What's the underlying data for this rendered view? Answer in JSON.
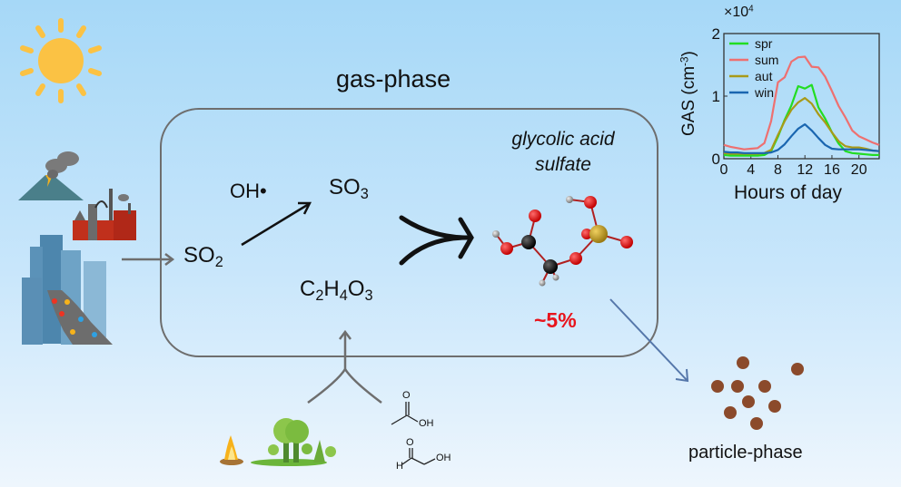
{
  "diagram": {
    "title_gas_phase": "gas-phase",
    "label_particle_phase": "particle-phase",
    "product_name_line1": "glycolic acid",
    "product_name_line2": "sulfate",
    "yield_label": "~5%",
    "reagent_oh": "OH•",
    "species": {
      "so2": {
        "base": "SO",
        "sub": "2"
      },
      "so3": {
        "base": "SO",
        "sub": "3"
      },
      "c2h4o3": {
        "parts": [
          "C",
          "2",
          "H",
          "4",
          "O",
          "3"
        ]
      }
    },
    "precursor_structures": [
      {
        "name": "acetic-acid",
        "label_o": "O",
        "label_oh": "OH"
      },
      {
        "name": "glycolaldehyde",
        "label_o": "O",
        "label_h": "H",
        "label_oh": "OH"
      }
    ],
    "sources": [
      "sun",
      "volcano",
      "factory",
      "city-traffic",
      "campfire",
      "forest"
    ],
    "colors": {
      "box_stroke": "#6e6e6e",
      "arrow_gray": "#6e6e6e",
      "arrow_blue": "#5577aa",
      "yield_red": "#e8141c",
      "particle_brown": "#8b4a2b",
      "sun_yellow": "#fbc244",
      "oxygen_red": "#d90000",
      "carbon_black": "#111111",
      "sulfur_gold": "#b89a2a",
      "hydrogen_gray": "#9a9a9a"
    }
  },
  "chart_data": {
    "type": "line",
    "title": "",
    "xlabel": "Hours of day",
    "ylabel": "GAS (cm-3)",
    "ylabel_base": "GAS (cm",
    "ylabel_sup": "-3",
    "ylabel_close": ")",
    "y_multiplier_base": "×10",
    "y_multiplier_exp": "4",
    "xlim": [
      0,
      23
    ],
    "ylim": [
      0,
      2
    ],
    "xticks": [
      0,
      4,
      8,
      12,
      16,
      20
    ],
    "yticks": [
      0,
      1,
      2
    ],
    "grid": false,
    "legend_position": "top-left",
    "x": [
      0,
      1,
      2,
      3,
      4,
      5,
      6,
      7,
      8,
      9,
      10,
      11,
      12,
      13,
      14,
      15,
      16,
      17,
      18,
      19,
      20,
      21,
      22,
      23
    ],
    "series": [
      {
        "name": "spr",
        "color": "#22dd22",
        "values": [
          0.06,
          0.05,
          0.05,
          0.05,
          0.05,
          0.05,
          0.06,
          0.12,
          0.35,
          0.62,
          0.85,
          1.16,
          1.12,
          1.18,
          0.82,
          0.64,
          0.42,
          0.24,
          0.12,
          0.09,
          0.08,
          0.07,
          0.06,
          0.06
        ]
      },
      {
        "name": "sum",
        "color": "#ee7070",
        "values": [
          0.22,
          0.19,
          0.17,
          0.15,
          0.16,
          0.17,
          0.25,
          0.6,
          1.22,
          1.3,
          1.55,
          1.62,
          1.63,
          1.47,
          1.46,
          1.31,
          1.08,
          0.84,
          0.66,
          0.45,
          0.36,
          0.31,
          0.26,
          0.22
        ]
      },
      {
        "name": "aut",
        "color": "#a89a18",
        "values": [
          0.09,
          0.08,
          0.08,
          0.08,
          0.08,
          0.08,
          0.09,
          0.14,
          0.38,
          0.6,
          0.78,
          0.9,
          0.97,
          0.88,
          0.71,
          0.58,
          0.42,
          0.28,
          0.2,
          0.18,
          0.18,
          0.16,
          0.13,
          0.12
        ]
      },
      {
        "name": "win",
        "color": "#1a66b0",
        "values": [
          0.11,
          0.1,
          0.1,
          0.09,
          0.09,
          0.09,
          0.09,
          0.1,
          0.14,
          0.23,
          0.36,
          0.48,
          0.55,
          0.45,
          0.33,
          0.22,
          0.16,
          0.15,
          0.15,
          0.15,
          0.15,
          0.14,
          0.13,
          0.12
        ]
      }
    ]
  }
}
